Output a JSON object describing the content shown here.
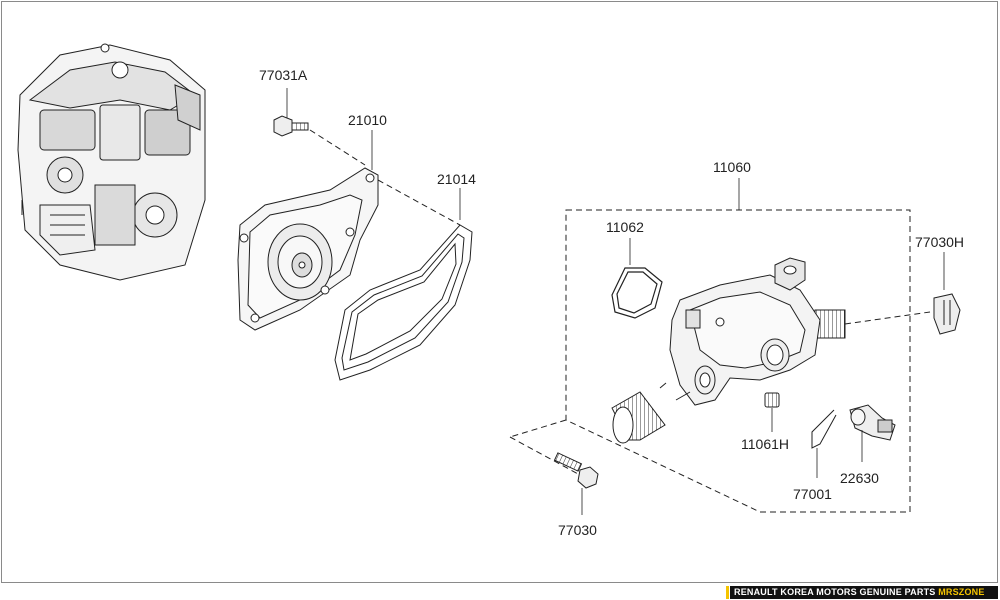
{
  "diagram": {
    "part_labels": {
      "p77031A": "77031A",
      "p21010": "21010",
      "p21014": "21014",
      "p11060": "11060",
      "p11062": "11062",
      "p77030H": "77030H",
      "p11061H": "11061H",
      "p77001": "77001",
      "p22630": "22630",
      "p77030": "77030"
    }
  },
  "footer": {
    "brand_text": "RENAULT KOREA MOTORS GENUINE PARTS",
    "site_text": "MRSZONE"
  },
  "colors": {
    "line": "#222222",
    "footer_bg": "#111111",
    "footer_accent": "#f5c400"
  }
}
